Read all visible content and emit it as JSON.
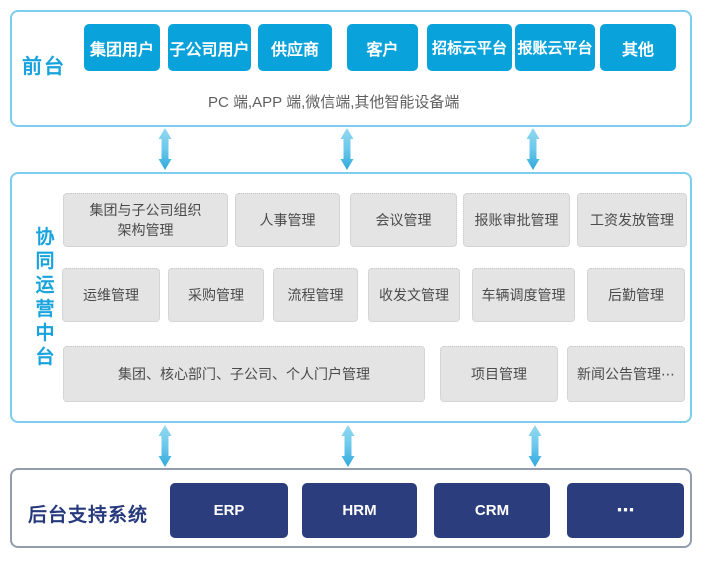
{
  "colors": {
    "accent_cyan": "#0aa2db",
    "cyan_label_text": "#18a3dc",
    "tier_border_cyan": "#7dcdec",
    "gray_box_fill": "#e4e4e4",
    "gray_box_text": "#4b4b4b",
    "navy_box_fill": "#2b3d7d",
    "navy_label_text": "#26397c",
    "backend_border_gray": "#949cae",
    "arrow_blue": "#5cc1e8"
  },
  "front_section": {
    "label": "前台",
    "boxes": [
      "集团用户",
      "子公司用户",
      "供应商",
      "客户",
      "招标云平台",
      "报账云平台",
      "其他"
    ],
    "subtitle": "PC 端,APP 端,微信端,其他智能设备端"
  },
  "middle_section": {
    "label": "协同运营中台",
    "row1": [
      "集团与子公司组织架构管理",
      "人事管理",
      "会议管理",
      "报账审批管理",
      "工资发放管理"
    ],
    "row2": [
      "运维管理",
      "采购管理",
      "流程管理",
      "收发文管理",
      "车辆调度管理",
      "后勤管理"
    ],
    "row3": [
      "集团、核心部门、子公司、个人门户管理",
      "项目管理",
      "新闻公告管理⋯"
    ]
  },
  "backend_section": {
    "label": "后台支持系统",
    "boxes": [
      "ERP",
      "HRM",
      "CRM",
      "⋯"
    ]
  }
}
